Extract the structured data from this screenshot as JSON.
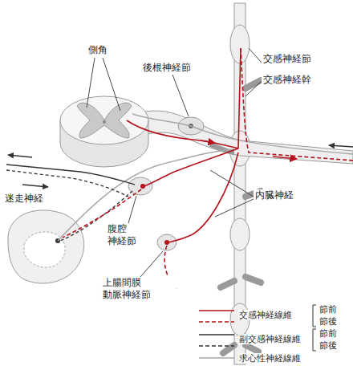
{
  "diagram": {
    "labels": [
      "側角",
      "後根神経節",
      "交感神経節",
      "交感神経幹",
      "迷走神経",
      "内臓神経",
      "腹腔 神経節",
      "上腸間膜 動脈神経節"
    ],
    "legend": [
      {
        "text": "交感神経線維"
      },
      {
        "text": "節前"
      },
      {
        "text": "節後"
      },
      {
        "text": "副交感神経線維"
      },
      {
        "text": "節前"
      },
      {
        "text": "節後"
      },
      {
        "text": "求心性神経線維"
      }
    ]
  }
}
